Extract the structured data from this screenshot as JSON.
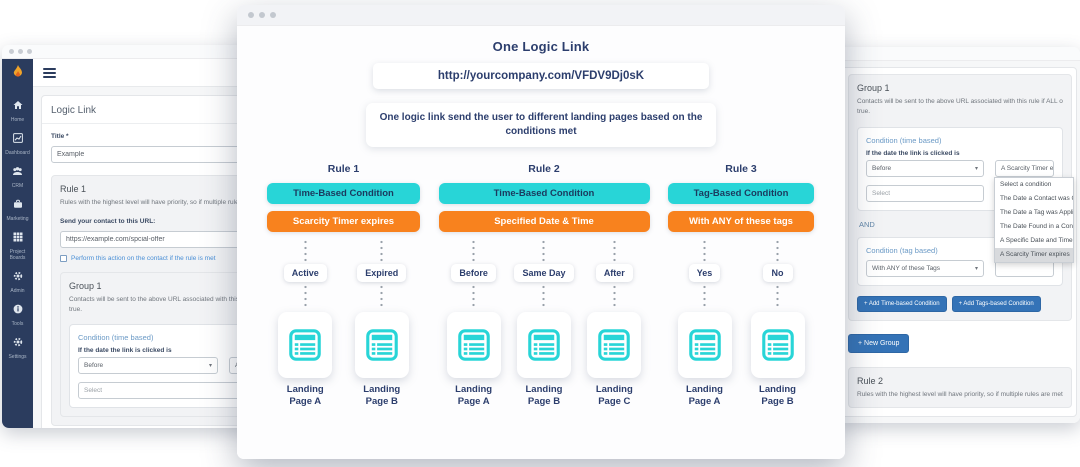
{
  "colors": {
    "cyan": "#28d5d7",
    "orange": "#f8821e",
    "navy_text": "#2c3e6d",
    "sidebar_navy": "#2b3c5e",
    "button_blue": "#3473b7",
    "condition_heading_blue": "#6b9ac6",
    "checkbox_link_blue": "#4a8fd6"
  },
  "left_window": {
    "sidebar": {
      "items": [
        {
          "label": "Home",
          "icon": "home-icon"
        },
        {
          "label": "Dashboard",
          "icon": "chart-icon"
        },
        {
          "label": "CRM",
          "icon": "people-icon"
        },
        {
          "label": "Marketing",
          "icon": "briefcase-icon"
        },
        {
          "label": "Project Boards",
          "icon": "grid-icon"
        },
        {
          "label": "Admin",
          "icon": "cog-icon"
        },
        {
          "label": "Tools",
          "icon": "info-icon"
        },
        {
          "label": "Settings",
          "icon": "gear-icon"
        }
      ]
    },
    "page_title": "Logic Link",
    "title_label": "Title *",
    "title_value": "Example",
    "rule1_heading": "Rule 1",
    "rule1_description": "Rules with the highest level will have priority, so if multiple rules are",
    "url_label": "Send your contact to this URL:",
    "url_value": "https://example.com/spcial-offer",
    "checkbox_label": "Perform this action on the contact if the rule is met",
    "group_heading": "Group 1",
    "group_desc_line1": "Contacts will be sent to the above URL associated with this rule if",
    "group_desc_line2": "true.",
    "condition_heading": "Condition (time based)",
    "condition_label": "If the date the link is clicked is",
    "select1_value": "Before",
    "select2_value": "A Scarcity T",
    "select3_placeholder": "Select"
  },
  "center_window": {
    "title": "One Logic Link",
    "url": "http://yourcompany.com/VFDV9Dj0sK",
    "description": "One logic link send the user to different landing pages based on the conditions met",
    "rules": [
      {
        "name": "Rule 1",
        "condition_type": "Time-Based Condition",
        "condition_value": "Scarcity Timer expires",
        "branches": [
          {
            "option": "Active",
            "page": "Landing Page A"
          },
          {
            "option": "Expired",
            "page": "Landing Page B"
          }
        ]
      },
      {
        "name": "Rule 2",
        "condition_type": "Time-Based Condition",
        "condition_value": "Specified Date & Time",
        "branches": [
          {
            "option": "Before",
            "page": "Landing Page A"
          },
          {
            "option": "Same Day",
            "page": "Landing Page B"
          },
          {
            "option": "After",
            "page": "Landing Page C"
          }
        ]
      },
      {
        "name": "Rule 3",
        "condition_type": "Tag-Based Condition",
        "condition_value": "With ANY of these tags",
        "branches": [
          {
            "option": "Yes",
            "page": "Landing Page A"
          },
          {
            "option": "No",
            "page": "Landing Page B"
          }
        ]
      }
    ]
  },
  "right_window": {
    "group_heading": "Group 1",
    "group_desc_line1": "Contacts will be sent to the above URL associated with this rule if ALL of the condit",
    "group_desc_line2": "true.",
    "condition_time_heading": "Condition (time based)",
    "condition_time_label": "If the date the link is clicked is",
    "before_select_value": "Before",
    "timer_select_value": "A Scarcity Timer expires",
    "select_placeholder": "Select",
    "dropdown_options": [
      {
        "label": "Select a condition",
        "selected": false
      },
      {
        "label": "The Date a Contact was Crea",
        "selected": false
      },
      {
        "label": "The Date a Tag was Applied",
        "selected": false
      },
      {
        "label": "The Date Found in a Contact",
        "selected": false
      },
      {
        "label": "A Specific Date and Time",
        "selected": false
      },
      {
        "label": "A Scarcity Timer expires",
        "selected": true
      }
    ],
    "and_label": "AND",
    "condition_tag_heading": "Condition (tag based)",
    "tag_select_value": "With ANY of these Tags",
    "add_time_button": "+ Add Time-based Condition",
    "add_tag_button": "+ Add Tags-based Condition",
    "new_group_button": "+ New Group",
    "rule2_heading": "Rule 2",
    "rule2_description": "Rules with the highest level will have priority, so if multiple rules are met, the first rule"
  }
}
